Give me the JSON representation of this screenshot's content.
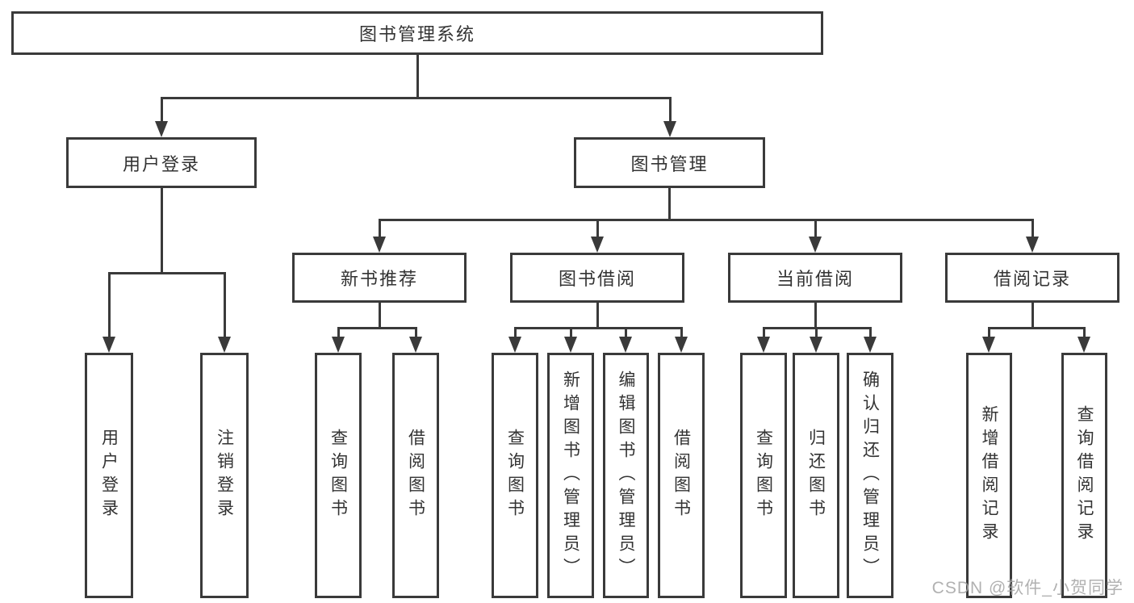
{
  "diagram": {
    "watermark": "CSDN @软件_小贺同学",
    "nodes": {
      "root": {
        "label": "图书管理系统"
      },
      "login": {
        "label": "用户登录"
      },
      "mgmt": {
        "label": "图书管理"
      },
      "rec": {
        "label": "新书推荐"
      },
      "borrow": {
        "label": "图书借阅"
      },
      "current": {
        "label": "当前借阅"
      },
      "record": {
        "label": "借阅记录"
      },
      "login_user": {
        "label": "用户登录"
      },
      "login_out": {
        "label": "注销登录"
      },
      "rec_query": {
        "label": "查询图书"
      },
      "rec_borrow": {
        "label": "借阅图书"
      },
      "borrow_query": {
        "label": "查询图书"
      },
      "borrow_add": {
        "label": "新增图书（管理员）"
      },
      "borrow_edit": {
        "label": "编辑图书（管理员）"
      },
      "borrow_borrow": {
        "label": "借阅图书"
      },
      "cur_query": {
        "label": "查询图书"
      },
      "cur_return": {
        "label": "归还图书"
      },
      "cur_confirm": {
        "label": "确认归还（管理员）"
      },
      "record_add": {
        "label": "新增借阅记录"
      },
      "record_query": {
        "label": "查询借阅记录"
      }
    }
  }
}
